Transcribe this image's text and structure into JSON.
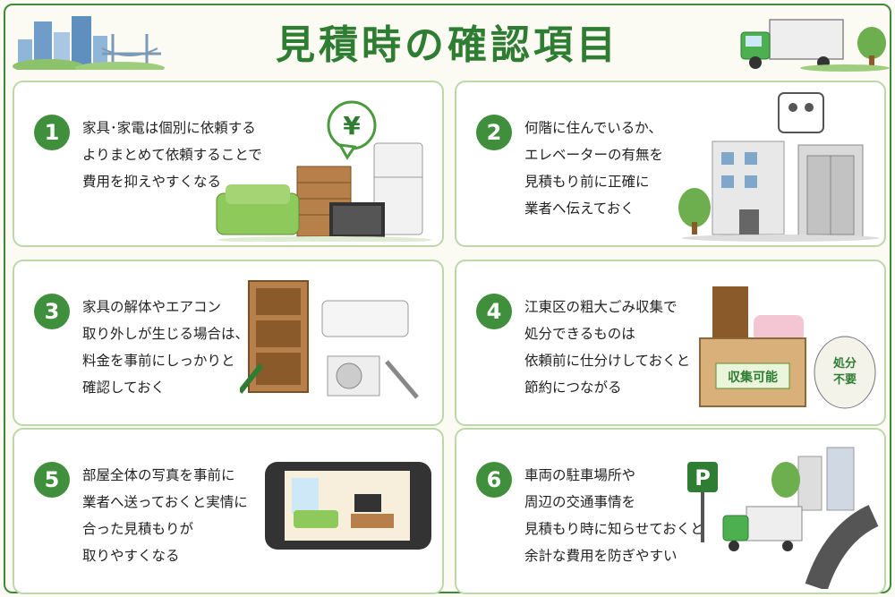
{
  "title": "見積時の確認項目",
  "colors": {
    "accent": "#2f7d32",
    "badge": "#3f8f3c",
    "card_border": "#bcd8a8",
    "background": "#fbfaf3"
  },
  "cards": [
    {
      "number": "1",
      "lines": [
        "家具･家電は個別に依頼する",
        "よりまとめて依頼することで",
        "費用を抑えやすくなる"
      ],
      "illustration": "furniture-appliances-yen-icon",
      "bubble": "¥"
    },
    {
      "number": "2",
      "lines": [
        "何階に住んでいるか、",
        "エレベーターの有無を",
        "見積もり前に正確に",
        "業者へ伝えておく"
      ],
      "illustration": "building-elevator-icon"
    },
    {
      "number": "3",
      "lines": [
        "家具の解体やエアコン",
        "取り外しが生じる場合は、",
        "料金を事前にしっかりと",
        "確認しておく"
      ],
      "illustration": "shelf-aircon-tools-icon"
    },
    {
      "number": "4",
      "lines": [
        "江東区の粗大ごみ収集で",
        "処分できるものは",
        "依頼前に仕分けしておくと",
        "節約につながる"
      ],
      "illustration": "box-garbage-bag-icon",
      "box_label": "収集可能",
      "bag_label_1": "処分",
      "bag_label_2": "不要"
    },
    {
      "number": "5",
      "lines": [
        "部屋全体の写真を事前に",
        "業者へ送っておくと実情に",
        "合った見積もりが",
        "取りやすくなる"
      ],
      "illustration": "smartphone-room-photo-icon"
    },
    {
      "number": "6",
      "lines": [
        "車両の駐車場所や",
        "周辺の交通事情を",
        "見積もり時に知らせておくと",
        "余計な費用を防ぎやすい"
      ],
      "illustration": "parking-truck-road-icon",
      "parking_sign": "P"
    }
  ]
}
